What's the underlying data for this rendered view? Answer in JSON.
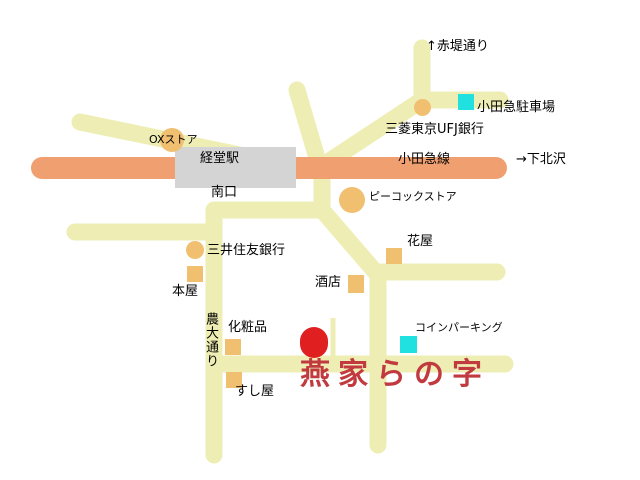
{
  "colors": {
    "road": "#eeeeb4",
    "rail": "#f0a070",
    "station": "#d4d4d4",
    "shop": "#f0c070",
    "parking": "#20e0e0",
    "destination": "#e02020",
    "title": "#c03a40"
  },
  "labels": {
    "akatsutsumi": "↑赤堤通り",
    "odakyu_parking": "小田急駐車場",
    "mufg_bank": "三菱東京UFJ銀行",
    "ox_store": "OXストア",
    "station": "経堂駅",
    "odakyu_line": "小田急線",
    "shimokitazawa": "→下北沢",
    "south_exit": "南口",
    "peacock_store": "ピーコックストア",
    "florist": "花屋",
    "smbc_bank": "三井住友銀行",
    "bookstore": "本屋",
    "liquor_store": "酒店",
    "nodai_street": "農大通り",
    "cosmetics": "化粧品",
    "coin_parking": "コインパーキング",
    "sushi": "すし屋"
  },
  "title": "燕家らの字"
}
